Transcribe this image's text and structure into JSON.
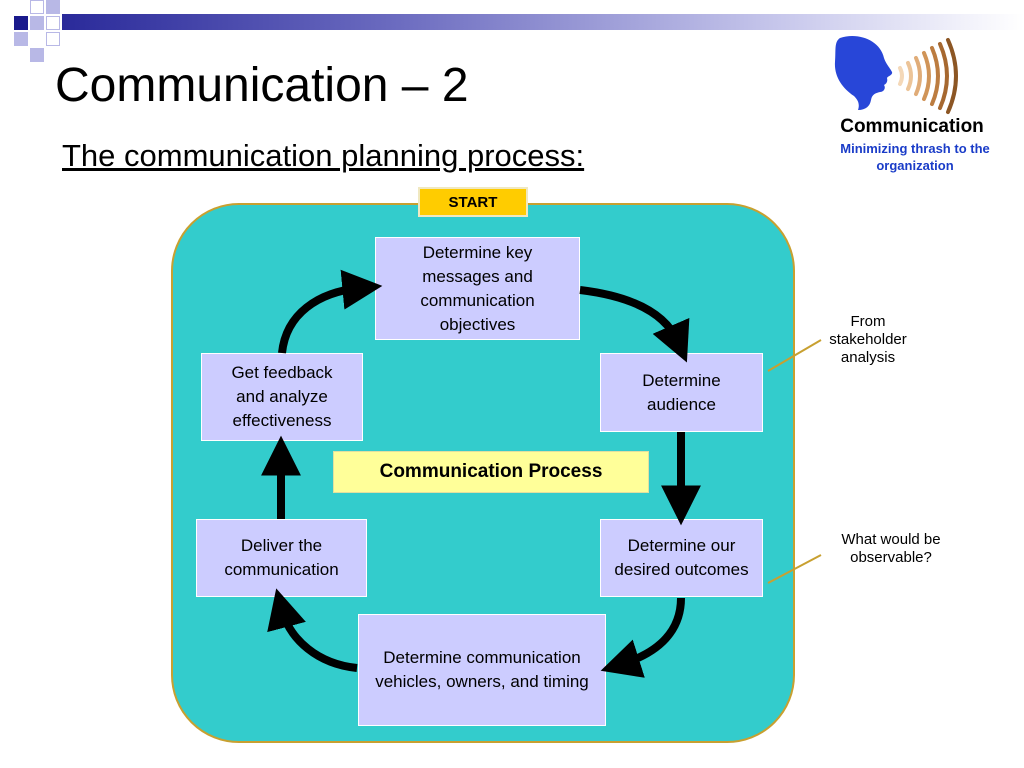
{
  "slide": {
    "title": "Communication – 2",
    "subtitle": "The communication planning process:"
  },
  "logo": {
    "title": "Communication",
    "subtitle": "Minimizing thrash to the organization",
    "accent_color": "#1a3cc8",
    "sound_wave_color": "#a0682c"
  },
  "diagram": {
    "start_label": "START",
    "center_label": "Communication Process",
    "steps": [
      {
        "label": "Determine key messages and communication objectives"
      },
      {
        "label": "Determine audience"
      },
      {
        "label": "Determine our desired outcomes"
      },
      {
        "label": "Determine communication vehicles, owners, and timing"
      },
      {
        "label": "Deliver the communication"
      },
      {
        "label": "Get feedback and analyze effectiveness"
      }
    ],
    "notes": {
      "stakeholder": "From stakeholder analysis",
      "observable": "What would be observable?"
    },
    "colors": {
      "area": "#33cccc",
      "step": "#ccccff",
      "start": "#ffcc00",
      "center": "#ffff99",
      "connector": "#c8a030"
    }
  }
}
